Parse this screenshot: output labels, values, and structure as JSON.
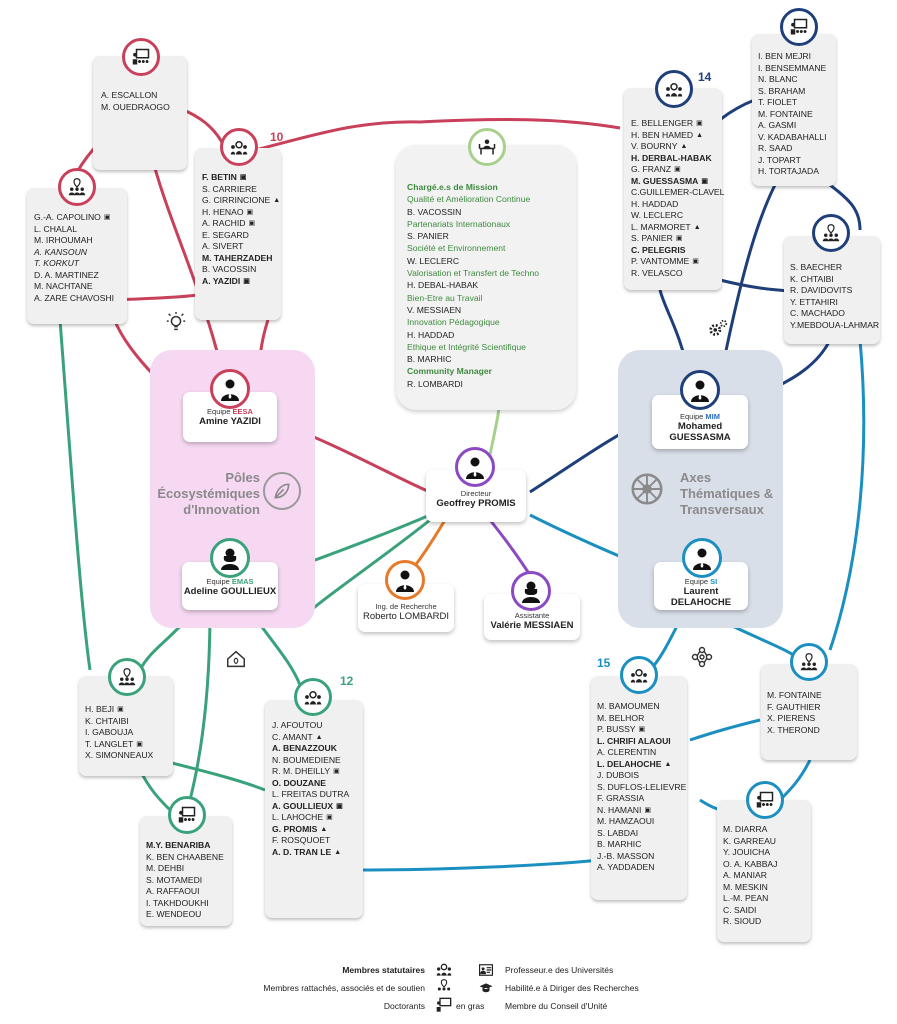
{
  "legend": {
    "statutory": "Membres statutaires",
    "attached": "Membres rattachés, associés et de soutien",
    "doctoral": "Doctorants",
    "professor": "Professeur.e des Universités",
    "hdr": "Habilité.e à Diriger des Recherches",
    "bold_label": "en gras",
    "council": "Membre du Conseil d'Unité"
  },
  "zones": {
    "left": "Pôles Écosystémiques d'Innovation",
    "right": "Axes Thématiques & Transversaux"
  },
  "director": {
    "role": "Directeur",
    "name": "Geoffrey PROMIS"
  },
  "engineer": {
    "role": "Ing. de Recherche",
    "name": "Roberto LOMBARDI"
  },
  "assistant": {
    "role": "Assistante",
    "name": "Valérie MESSIAEN"
  },
  "team_prefix": "Equipe",
  "teams": {
    "eesa": {
      "code": "EESA",
      "name": "Amine YAZIDI",
      "color": "#c0384f"
    },
    "mim": {
      "code": "MIM",
      "name": "Mohamed GUESSASMA",
      "color": "#1f3f7a"
    },
    "emas": {
      "code": "EMAS",
      "name": "Adeline GOULLIEUX",
      "color": "#3aa27a"
    },
    "si": {
      "code": "SI",
      "name": "Laurent DELAHOCHE",
      "color": "#1a8fc0"
    }
  },
  "counts": {
    "eesa": "10",
    "mim": "14",
    "emas": "12",
    "si": "15"
  },
  "lists": {
    "eesa_top": [
      "A. ESCALLON",
      "M. OUEDRAOGO"
    ],
    "eesa_members": [
      "F. BETIN",
      "S. CARRIERE",
      "G. CIRRINCIONE",
      "H. HENAO",
      "A. RACHID",
      "E. SEGARD",
      "A. SIVERT",
      "M. TAHERZADEH",
      "B. VACOSSIN",
      "A. YAZIDI"
    ],
    "eesa_assoc": [
      "G.-A. CAPOLINO",
      "L. CHALAL",
      "M. IRHOUMAH",
      "A. KANSOUN",
      "T. KORKUT",
      "D. A. MARTINEZ",
      "M. NACHTANE",
      "A. ZARE CHAVOSHI"
    ],
    "mim_members": [
      "E. BELLENGER",
      "H. BEN HAMED",
      "V. BOURNY",
      "H. DERBAL-HABAK",
      "G. FRANZ",
      "M. GUESSASMA",
      "C.GUILLEMER-CLAVEL",
      "H. HADDAD",
      "W. LECLERC",
      "L. MARMORET",
      "S. PANIER",
      "C. PELEGRIS",
      "P. VANTOMME",
      "R. VELASCO"
    ],
    "mim_doc": [
      "I. BEN MEJRI",
      "I. BENSEMMANE",
      "N. BLANC",
      "S. BRAHAM",
      "T. FIOLET",
      "M. FONTAINE",
      "A. GASMI",
      "V. KADABAHALLI",
      "R. SAAD",
      "J. TOPART",
      "H. TORTAJADA"
    ],
    "mim_assoc": [
      "S. BAECHER",
      "K. CHTAIBI",
      "R. DAVIDOVITS",
      "Y. ETTAHIRI",
      "C. MACHADO",
      "Y.MEBDOUA-LAHMAR"
    ],
    "emas_assoc": [
      "H. BEJI",
      "K. CHTAIBI",
      "I. GABOUJA",
      "T. LANGLET",
      "X. SIMONNEAUX"
    ],
    "emas_doc": [
      "M.Y. BENARIBA",
      "K. BEN CHAABENE",
      "M. DEHBI",
      "S. MOTAMEDI",
      "A. RAFFAOUI",
      "I. TAKHDOUKHI",
      "E. WENDEOU"
    ],
    "emas_members": [
      "J. AFOUTOU",
      "C. AMANT",
      "A. BENAZZOUK",
      "N. BOUMEDIENE",
      "R. M. DHEILLY",
      "O. DOUZANE",
      "L. FREITAS DUTRA",
      "A. GOULLIEUX",
      "L. LAHOCHE",
      "G. PROMIS",
      "F. ROSQUOET",
      "A. D. TRAN LE"
    ],
    "si_members": [
      "M. BAMOUMEN",
      "M. BELHOR",
      "P. BUSSY",
      "L. CHRIFI ALAOUI",
      "A. CLERENTIN",
      "L. DELAHOCHE",
      "J. DUBOIS",
      "S. DUFLOS-LELIEVRE",
      "F. GRASSIA",
      "N. HAMANI",
      "M. HAMZAOUI",
      "S. LABDAI",
      "B. MARHIC",
      "J.-B. MASSON",
      "A. YADDADEN"
    ],
    "si_assoc": [
      "M. FONTAINE",
      "F. GAUTHIER",
      "X. PIERENS",
      "X. THEROND"
    ],
    "si_doc": [
      "M. DIARRA",
      "K. GARREAU",
      "Y. JOUICHA",
      "O. A. KABBAJ",
      "A. MANIAR",
      "M. MESKIN",
      "L.-M. PEAN",
      "C. SAIDI",
      "R. SIOUD"
    ]
  },
  "mission": [
    "Chargé.e.s de Mission",
    "Qualité et Amélioration Continue",
    "B. VACOSSIN",
    "Partenariats Internationaux",
    "S. PANIER",
    "Société et Environnement",
    "W. LECLERC",
    "Valorisation et Transfert de Techno",
    "H. DEBAL-HABAK",
    "Bien-Etre au Travail",
    "V. MESSIAEN",
    "Innovation Pédagogique",
    "H. HADDAD",
    "Ethique et Intégrité Scientifique",
    "B. MARHIC",
    "Community Manager",
    "R. LOMBARDI"
  ],
  "icons": [
    "presentation-icon",
    "team-icon",
    "location-group-icon",
    "lightbulb-icon",
    "gear-icon",
    "leaf-icon",
    "compass-icon",
    "network-icon",
    "house-icon",
    "person-icon",
    "desk-icon",
    "professor-badge-icon",
    "graduation-cap-icon"
  ]
}
